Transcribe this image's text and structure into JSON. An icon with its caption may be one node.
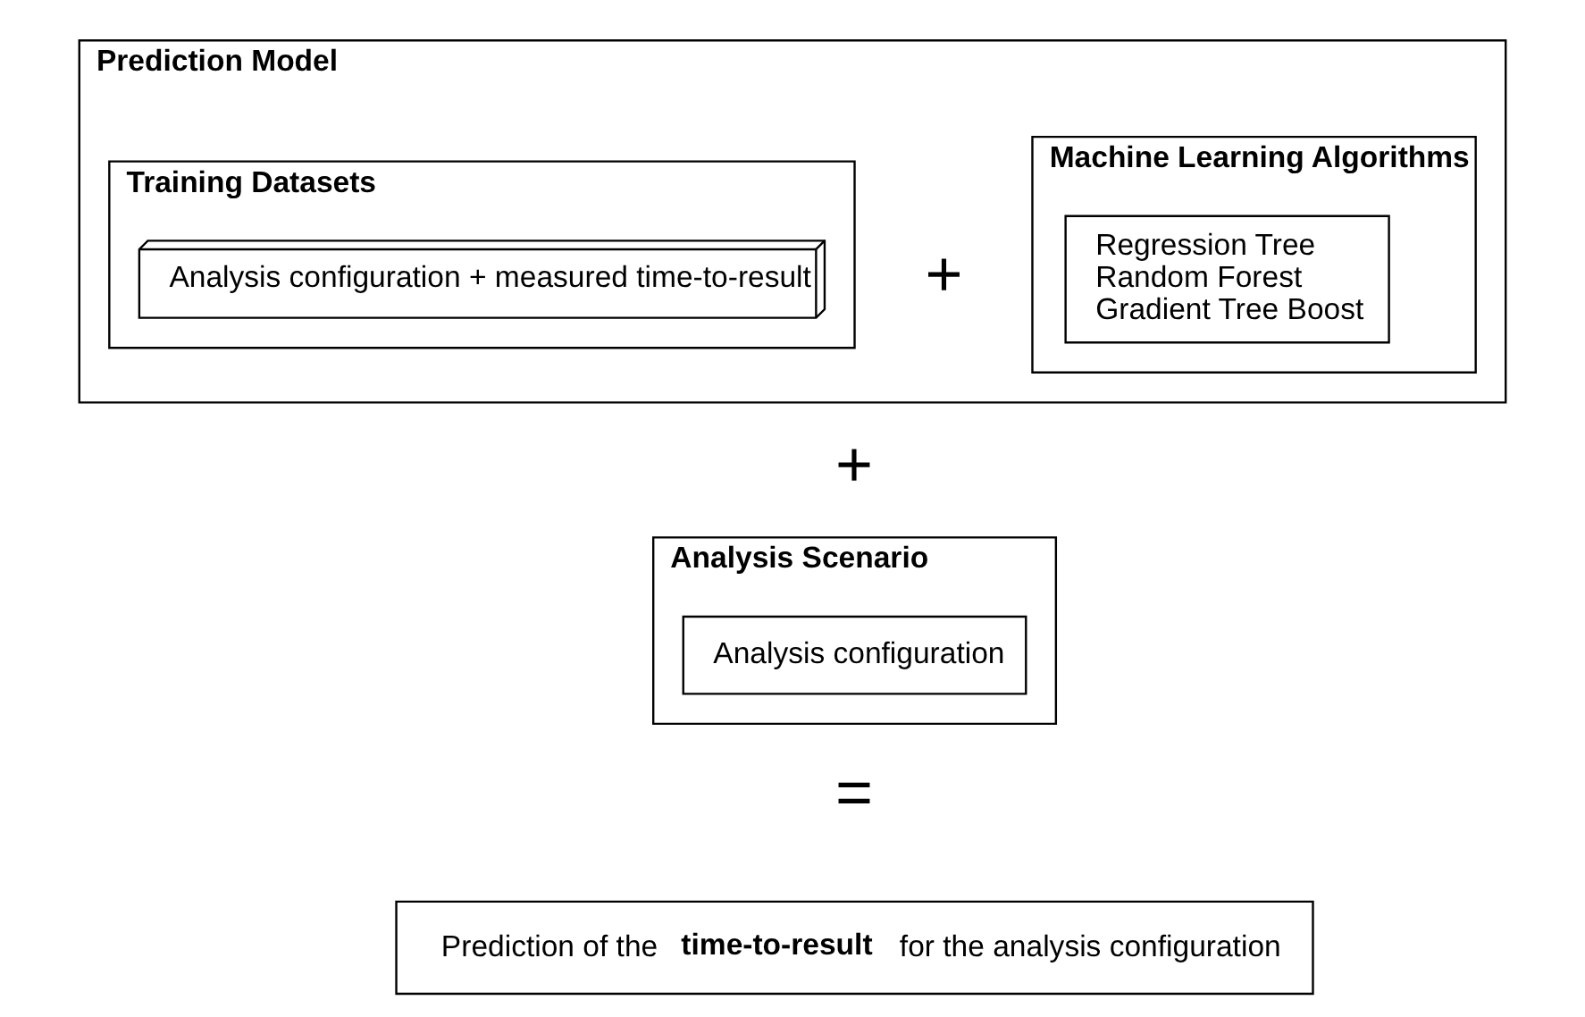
{
  "diagram": {
    "nodes": [
      {
        "text": [
          "Prediction Model"
        ]
      },
      {
        "text": [
          "Training Datasets"
        ],
        "in": 0
      },
      {
        "text": [
          "Analysis configuration + measured time-to-result"
        ],
        "in": 1
      },
      {
        "text": [
          "Machine Learning Algorithms"
        ],
        "in": 0
      },
      {
        "text": [
          "Regression Tree",
          "Random Forest",
          "Gradient Tree Boost"
        ],
        "in": 3
      },
      {
        "text": [
          "Analysis Scenario"
        ]
      },
      {
        "text": [
          "Analysis configuration"
        ],
        "in": 5
      },
      {
        "text": [
          "Prediction of the **time-to-result** for the analysis configuration"
        ]
      }
    ],
    "edges": [],
    "labels": [
      "+",
      "+",
      "="
    ]
  }
}
